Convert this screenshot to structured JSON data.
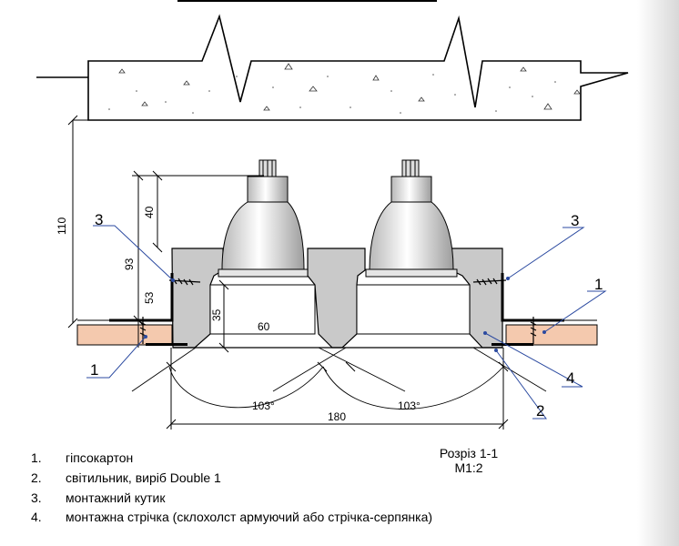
{
  "dimensions": {
    "d110": "110",
    "d40": "40",
    "d93": "93",
    "d53": "53",
    "d35": "35",
    "d60": "60",
    "d180": "180",
    "angle_left": "103°",
    "angle_right": "103°"
  },
  "callouts": {
    "c3_left": "3",
    "c3_right": "3",
    "c1_left": "1",
    "c1_right": "1",
    "c2": "2",
    "c4": "4"
  },
  "legend": [
    {
      "num": "1.",
      "text": "гіпсокартон"
    },
    {
      "num": "2.",
      "text": "світильник, виріб Double 1"
    },
    {
      "num": "3.",
      "text": "монтажний кутик"
    },
    {
      "num": "4.",
      "text": "монтажна стрічка (склохолст армуючий або стрічка-серпянка)"
    }
  ],
  "caption": {
    "line1": "Розріз 1-1",
    "line2": "М1:2"
  },
  "colors": {
    "concrete": "#ffffff",
    "drywall": "#f4c9ae",
    "housing": "#c9c9c9",
    "callout_line": "#2b4aa0"
  }
}
